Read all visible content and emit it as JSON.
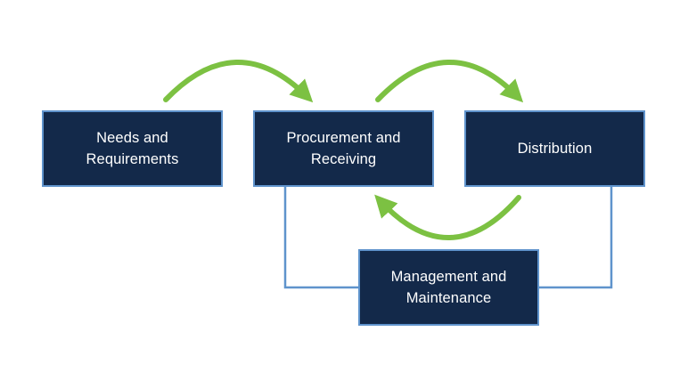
{
  "diagram": {
    "nodes": [
      {
        "id": "needs",
        "label": "Needs and\nRequirements"
      },
      {
        "id": "procurement",
        "label": "Procurement and\nReceiving"
      },
      {
        "id": "distribution",
        "label": "Distribution"
      },
      {
        "id": "management",
        "label": "Management and\nMaintenance"
      }
    ],
    "edges": [
      {
        "from": "needs",
        "to": "procurement",
        "style": "curved-arrow"
      },
      {
        "from": "procurement",
        "to": "distribution",
        "style": "curved-arrow"
      },
      {
        "from": "distribution",
        "to": "procurement",
        "style": "curved-arrow"
      },
      {
        "from": "procurement",
        "to": "management",
        "style": "line"
      },
      {
        "from": "distribution",
        "to": "management",
        "style": "line"
      }
    ],
    "colors": {
      "box_fill": "#13294a",
      "box_border": "#5f93cc",
      "box_text": "#ffffff",
      "arrow": "#7cc142",
      "connector": "#5f93cc"
    }
  }
}
